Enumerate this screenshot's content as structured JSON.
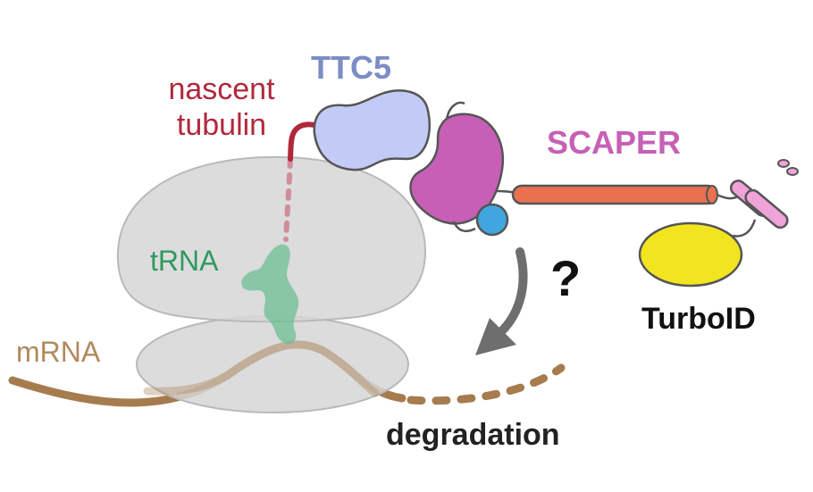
{
  "labels": {
    "nascent_line1": "nascent",
    "nascent_line2": "tubulin",
    "ttc5": "TTC5",
    "scaper": "SCAPER",
    "trna": "tRNA",
    "mrna": "mRNA",
    "question": "?",
    "turboid": "TurboID",
    "degradation": "degradation"
  },
  "colors": {
    "ribosome": "#d6d6d6",
    "ribosome_stroke": "#b8b8b8",
    "nascent_tubulin": "#b0283c",
    "ttc5": "#c2cbf5",
    "ttc5_label": "#7b8cc6",
    "scaper": "#c75fb6",
    "scaper_rod": "#e9714f",
    "blue_domain": "#3fa6e0",
    "trna": "#6cbf93",
    "mrna": "#a67c4e",
    "turboid": "#f2e520",
    "pink_helices": "#f0a3d6",
    "arrow": "#6e6e6e"
  }
}
